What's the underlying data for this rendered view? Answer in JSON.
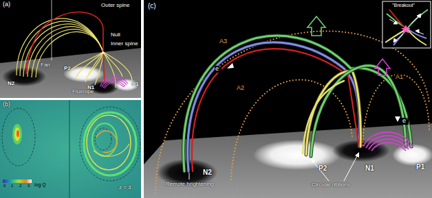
{
  "diagram": {
    "labels": [
      "(a)",
      "Outer spine",
      "Null",
      "Inner spine",
      "Fan",
      "N2",
      "P2",
      "N1",
      "P1",
      "Fluxrope",
      "(b)",
      "0",
      "1",
      "2",
      "3",
      "log Q",
      "z = 3",
      "(c)",
      "\"Breakout\"",
      "A3",
      "A2",
      "A1",
      "e⁻",
      "e⁻",
      "N2",
      "P2",
      "N1",
      "P1",
      "Remote brightening",
      "Circular ribbons"
    ]
  }
}
